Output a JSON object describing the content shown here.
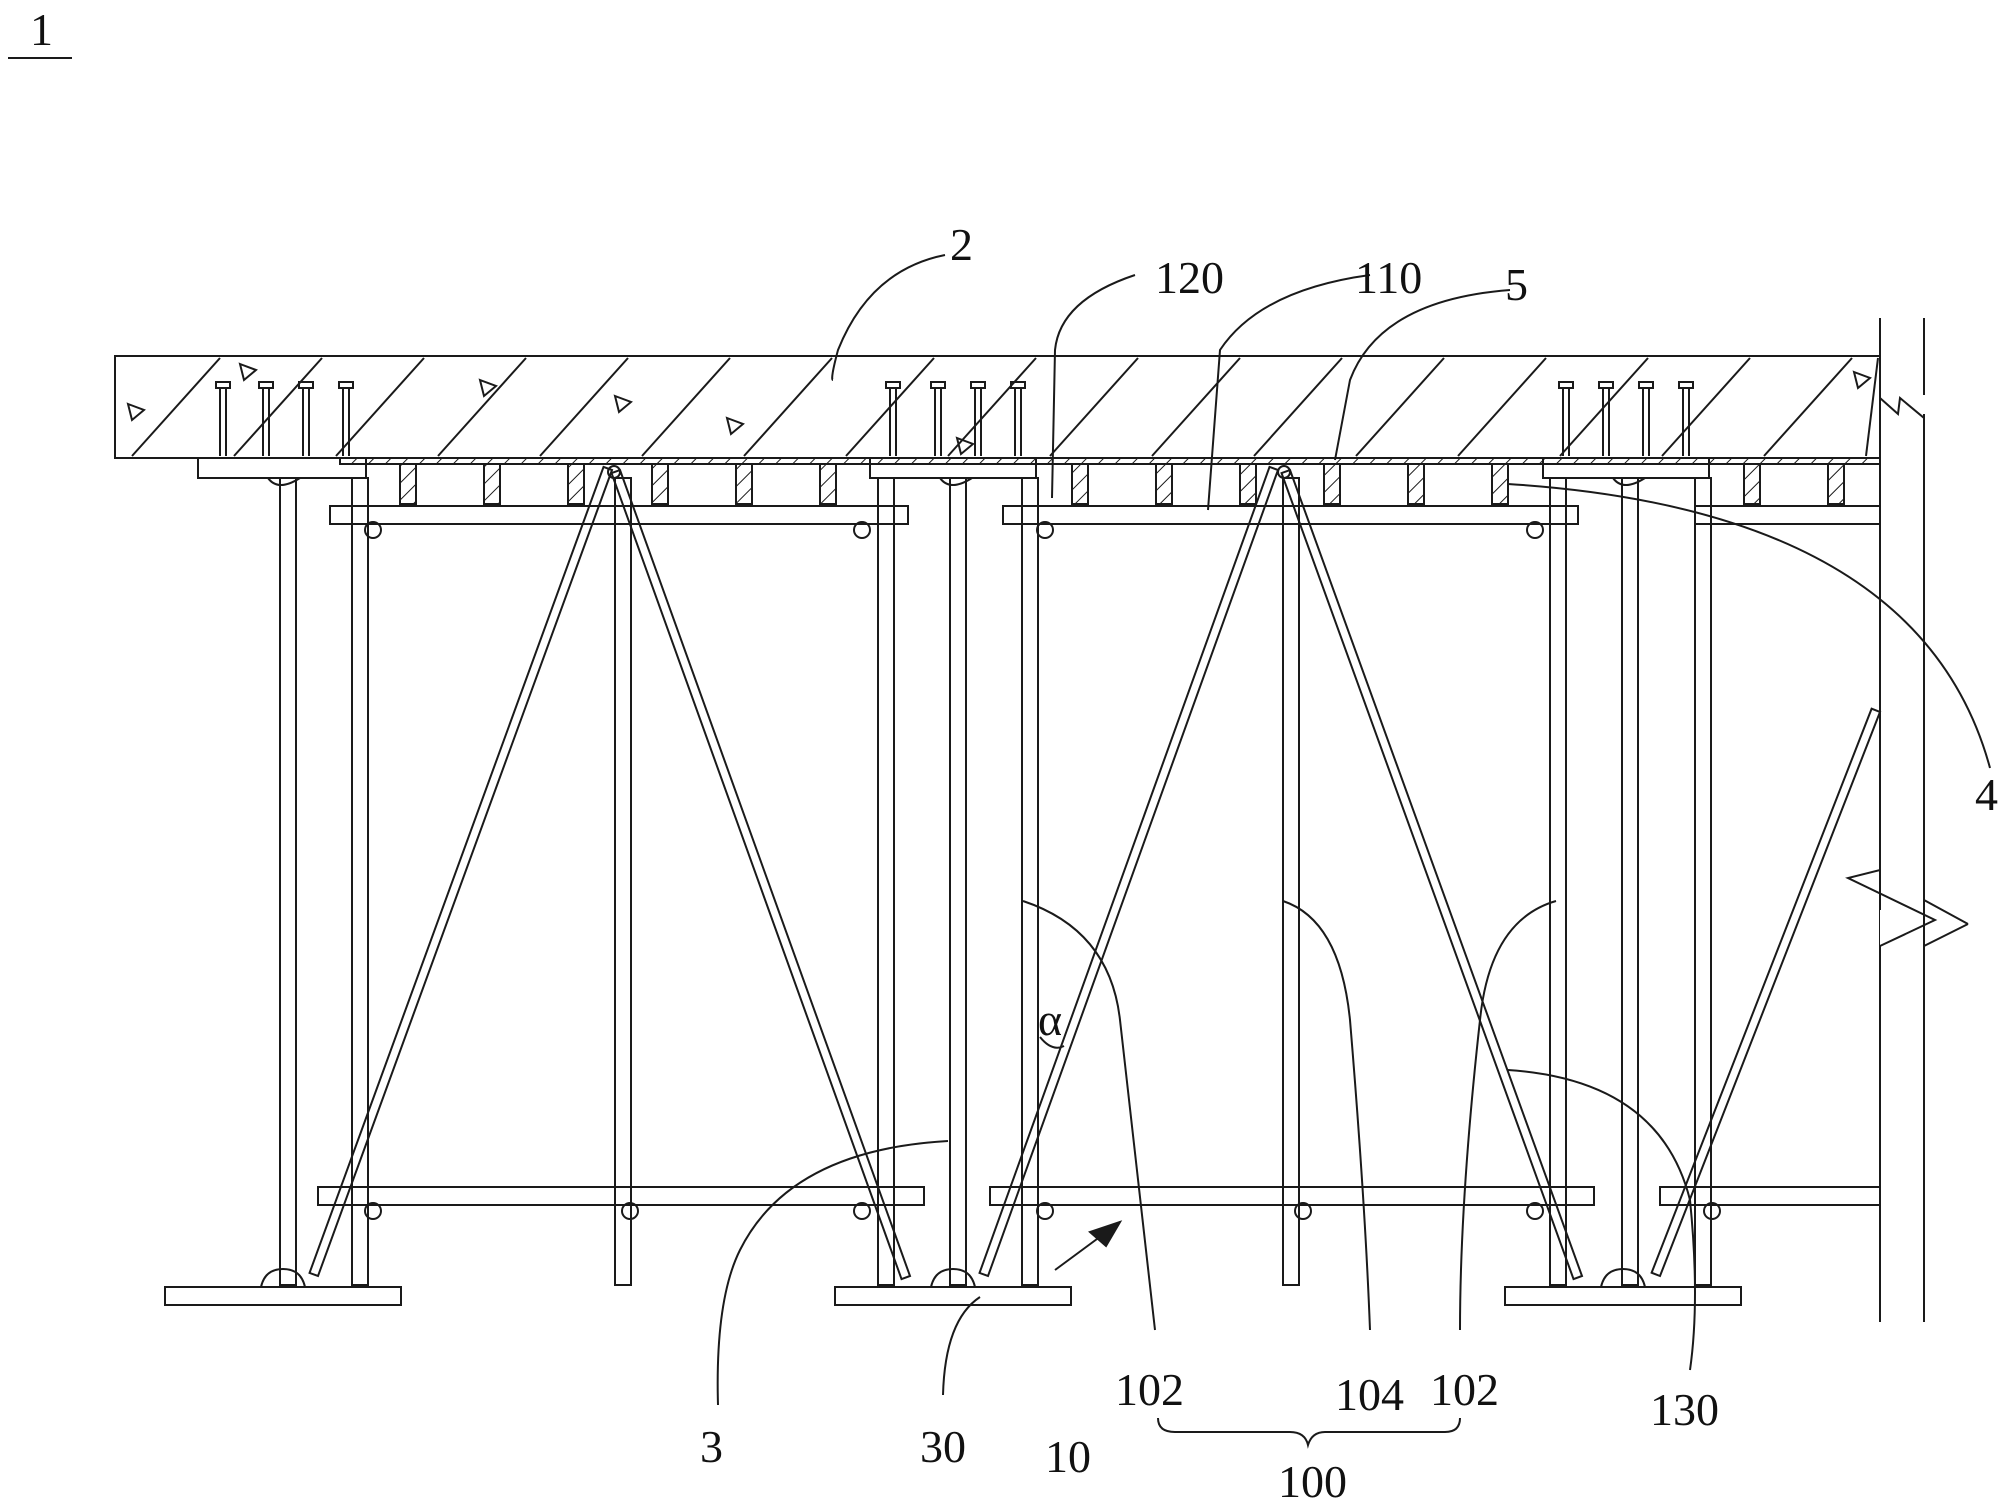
{
  "figure": {
    "number": "1"
  },
  "labels": {
    "slab": "2",
    "shoring_member": "3",
    "timber_joist": "4",
    "formwork_panel": "5",
    "base_plate": "30",
    "support_frame": "10",
    "frame_assembly": "100",
    "upright_left": "102",
    "upright_middle": "104",
    "upright_right": "102",
    "top_beam": "110",
    "pin_connector": "120",
    "diagonal_brace": "130",
    "angle": "α"
  },
  "colors": {
    "line": "#1a1a1a",
    "background": "#ffffff"
  }
}
